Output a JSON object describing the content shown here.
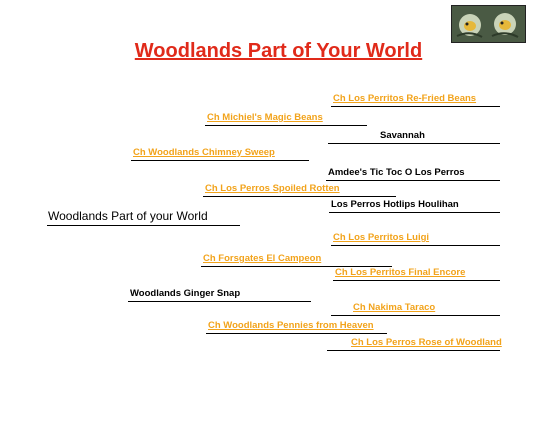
{
  "title": "Woodlands Part of Your World",
  "logo_icon": "dogs-logo-icon",
  "colors": {
    "title": "#e02a1a",
    "champion": "#f2a31b",
    "text": "#000000"
  },
  "subject": {
    "name": "Woodlands Part of your World"
  },
  "sire": {
    "name": "Ch Woodlands Chimney Sweep",
    "sire": {
      "name": "Ch Michiel's Magic Beans",
      "sire": {
        "name": "Ch Los Perritos Re-Fried Beans"
      },
      "dam": {
        "name": "Savannah"
      }
    },
    "dam": {
      "name": "Ch Los Perros Spoiled Rotten",
      "sire": {
        "name": "Amdee's Tic Toc O Los Perros"
      },
      "dam": {
        "name": "Los Perros Hotlips Houlihan"
      }
    }
  },
  "dam": {
    "name": "Woodlands Ginger Snap",
    "sire": {
      "name": "Ch Forsgates El Campeon",
      "sire": {
        "name": "Ch Los Perritos Luigi"
      },
      "dam": {
        "name": "Ch Los Perritos Final Encore"
      }
    },
    "dam": {
      "name": "Ch Woodlands Pennies from Heaven",
      "sire": {
        "name": "Ch Nakima Taraco"
      },
      "dam": {
        "name": "Ch Los Perros Rose of Woodland"
      }
    }
  }
}
